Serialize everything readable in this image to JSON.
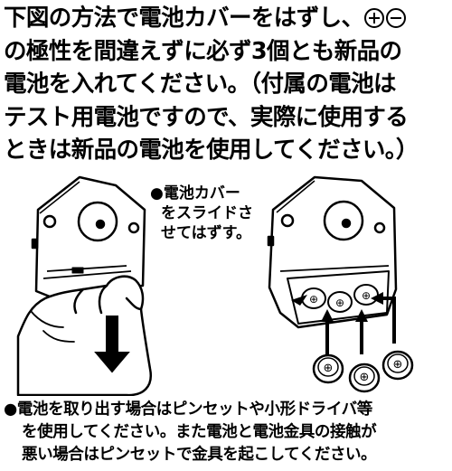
{
  "intro": {
    "line1_before": "下図の方法で電池カバーをはずし、",
    "line1_after": "",
    "plus_symbol": "+",
    "minus_symbol": "−",
    "line2": "の極性を間違えずに必ず3個とも新品の",
    "line3": "電池を入れてください。（付属の電池は",
    "line4": "テスト用電池ですので、実際に使用する",
    "line5": "ときは新品の電池を使用してください。）"
  },
  "caption": {
    "line1": "●電池カバー",
    "line2": "をスライドさ",
    "line3": "せてはずす。"
  },
  "bottom_note": {
    "line1": "●電池を取り出す場合はピンセットや小形ドライバ等",
    "line2": "を使用してください。また電池と電池金具の接触が",
    "line3": "悪い場合はピンセットで金具を起こしてください。"
  },
  "icons": {
    "battery_terminal_symbol": "⊕"
  }
}
